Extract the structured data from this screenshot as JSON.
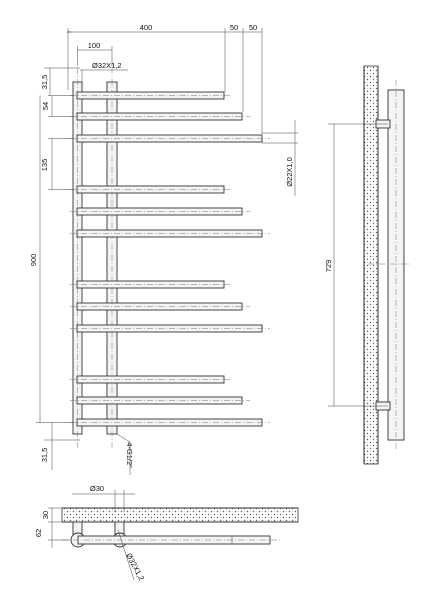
{
  "drawing": {
    "front_view": {
      "dimensions": {
        "overall_width": "400",
        "pipe_offset": "50",
        "pipe_offset_2": "50",
        "collector_spacing": "100",
        "collector_tube": "Ø32X1,2",
        "top_offset": "31,5",
        "bar_spacing": "54",
        "group_spacing": "135",
        "overall_height": "900",
        "bottom_offset": "31,5",
        "connection": "4-G1/2\"",
        "bar_tube": "Ø22X1,0"
      }
    },
    "side_view": {
      "dimensions": {
        "bracket_spacing": "729"
      }
    },
    "plan_view": {
      "dimensions": {
        "bracket_diameter": "Ø30",
        "wall_offset": "30",
        "depth": "62",
        "collector_tube": "Ø32X1,2"
      }
    }
  }
}
